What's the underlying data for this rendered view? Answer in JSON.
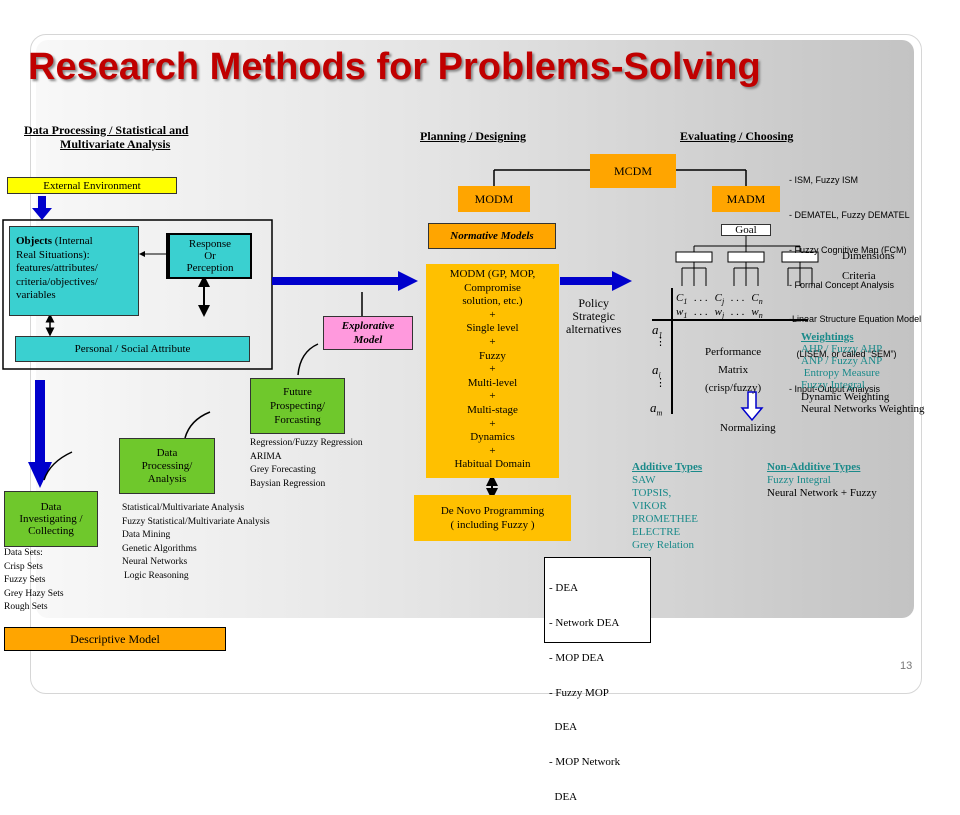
{
  "slide": {
    "title": "Research Methods for Problems-Solving",
    "page_number": "13"
  },
  "headers": {
    "data_processing": [
      "Data Processing / Statistical and",
      "Multivariate Analysis"
    ],
    "planning": "Planning / Designing",
    "evaluating": "Evaluating / Choosing"
  },
  "left": {
    "external_environment": "External Environment",
    "objects_label": "Objects",
    "objects_text": [
      "(Internal",
      "Real Situations):",
      "features/attributes/",
      "criteria/objectives/",
      "variables"
    ],
    "response": [
      "Response",
      "Or",
      "Perception"
    ],
    "personal_social": "Personal / Social Attribute",
    "data_investigating": [
      "Data",
      "Investigating /",
      "Collecting"
    ],
    "data_sets": [
      "Data Sets:",
      "Crisp Sets",
      "Fuzzy Sets",
      "Grey Hazy Sets",
      "Rough Sets"
    ],
    "descriptive_model": "Descriptive Model"
  },
  "middle": {
    "data_processing_box": [
      "Data",
      "Processing/",
      "Analysis"
    ],
    "data_processing_methods": [
      "Statistical/Multivariate Analysis",
      "Fuzzy Statistical/Multivariate Analysis",
      "Data Mining",
      "Genetic Algorithms",
      "Neural Networks",
      "Logic Reasoning"
    ],
    "future_box": [
      "Future",
      "Prospecting/",
      "Forcasting"
    ],
    "future_methods": [
      "Regression/Fuzzy Regression",
      "ARIMA",
      "Grey Forecasting",
      "Baysian Regression"
    ],
    "explorative_model": [
      "Explorative",
      "Model"
    ]
  },
  "planning": {
    "modm": "MODM",
    "normative_models": "Normative Models",
    "modm_detail": [
      "MODM (GP, MOP,",
      "Compromise",
      "solution, etc.)",
      "+",
      "Single level",
      "+",
      "Fuzzy",
      "+",
      "Multi-level",
      "+",
      "Multi-stage",
      "+",
      "Dynamics",
      "+",
      "Habitual Domain"
    ],
    "de_novo": [
      "De Novo Programming",
      "( including Fuzzy )"
    ],
    "dea_list": [
      "- DEA",
      "- Network DEA",
      "- MOP DEA",
      "- Fuzzy MOP",
      "  DEA",
      "- MOP Network",
      "  DEA"
    ]
  },
  "evaluating": {
    "mcdm": "MCDM",
    "madm": "MADM",
    "madm_methods": [
      "- ISM, Fuzzy ISM",
      "- DEMATEL, Fuzzy DEMATEL",
      "- Fuzzy Cognitive Map (FCM)",
      "- Formal Concept Analysis",
      "-Linear Structure Equation Model",
      "   (LISEM, or called “SEM”)",
      "- Input-Output Analysis"
    ],
    "goal": "Goal",
    "dimensions": "Dimensions",
    "criteria": "Criteria",
    "policy": [
      "Policy",
      "Strategic",
      "alternatives"
    ],
    "matrix_cols": [
      "C",
      "1",
      ". . .",
      "C",
      "j",
      ". . .",
      "C",
      "n"
    ],
    "matrix_weights": [
      "w",
      "1",
      ". . .",
      "w",
      "j",
      ". . .",
      "w",
      "n"
    ],
    "matrix_rows": [
      "a",
      "1",
      "a",
      "i",
      "a",
      "m"
    ],
    "performance_matrix": [
      "Performance",
      "Matrix",
      "(crisp/fuzzy)"
    ],
    "weightings_title": "Weightings",
    "weightings": [
      "AHP / Fuzzy AHP",
      "ANP / Fuzzy ANP",
      " Entropy Measure",
      "Fuzzy Integral",
      "Dynamic Weighting",
      "Neural Networks Weighting"
    ],
    "normalizing": "Normalizing",
    "additive_title": "Additive Types",
    "additive": [
      "SAW",
      "TOPSIS,",
      "VIKOR",
      "PROMETHEE",
      "ELECTRE",
      "Grey Relation"
    ],
    "non_additive_title": "Non-Additive Types",
    "non_additive": [
      "Fuzzy Integral",
      "Neural Network + Fuzzy"
    ]
  },
  "colors": {
    "title": "#c00000",
    "blue_arrow": "#0000cc",
    "teal_text": "#1a8a8a",
    "yellow": "#ffff00",
    "cyan": "#3ad0d0",
    "green": "#6fc82c",
    "orange": "#ffa500",
    "gold": "#ffc000",
    "pink": "#ff99dd"
  }
}
